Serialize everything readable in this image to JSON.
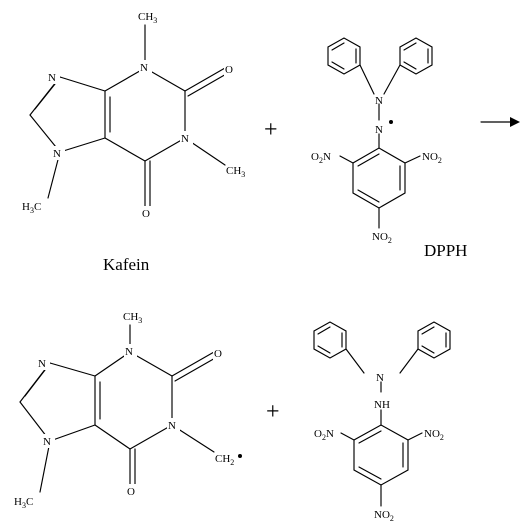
{
  "reaction": {
    "reactants": {
      "caffeine": {
        "name": "Kafein",
        "atoms": {
          "n1": "N",
          "n3": "N",
          "n7": "N",
          "n9": "N",
          "o2": "O",
          "o6": "O",
          "ch3_top": "CH",
          "ch3_top_sub": "3",
          "ch3_right": "CH",
          "ch3_right_sub": "3",
          "h3c_left": "H",
          "h3c_left_sub": "3",
          "h3c_left_tail": "C"
        }
      },
      "dpph": {
        "name": "DPPH",
        "atoms": {
          "n_top": "N",
          "n_bottom": "N",
          "no2_left": "O",
          "no2_left_sub": "2",
          "no2_left_tail": "N",
          "no2_right": "NO",
          "no2_right_sub": "2",
          "no2_para": "NO",
          "no2_para_sub": "2"
        }
      }
    },
    "products": {
      "caffeine_radical": {
        "atoms": {
          "n1": "N",
          "n3": "N",
          "n7": "N",
          "n9": "N",
          "o2": "O",
          "o6": "O",
          "ch3_top": "CH",
          "ch3_top_sub": "3",
          "ch2_right": "CH",
          "ch2_right_sub": "2",
          "h3c_left": "H",
          "h3c_left_sub": "3",
          "h3c_left_tail": "C"
        }
      },
      "dpph_h": {
        "atoms": {
          "n_top": "N",
          "nh": "NH",
          "no2_left": "O",
          "no2_left_sub": "2",
          "no2_left_tail": "N",
          "no2_right": "NO",
          "no2_right_sub": "2",
          "no2_para": "NO",
          "no2_para_sub": "2"
        }
      }
    },
    "operators": {
      "plus_top": "+",
      "plus_bottom": "+"
    }
  }
}
